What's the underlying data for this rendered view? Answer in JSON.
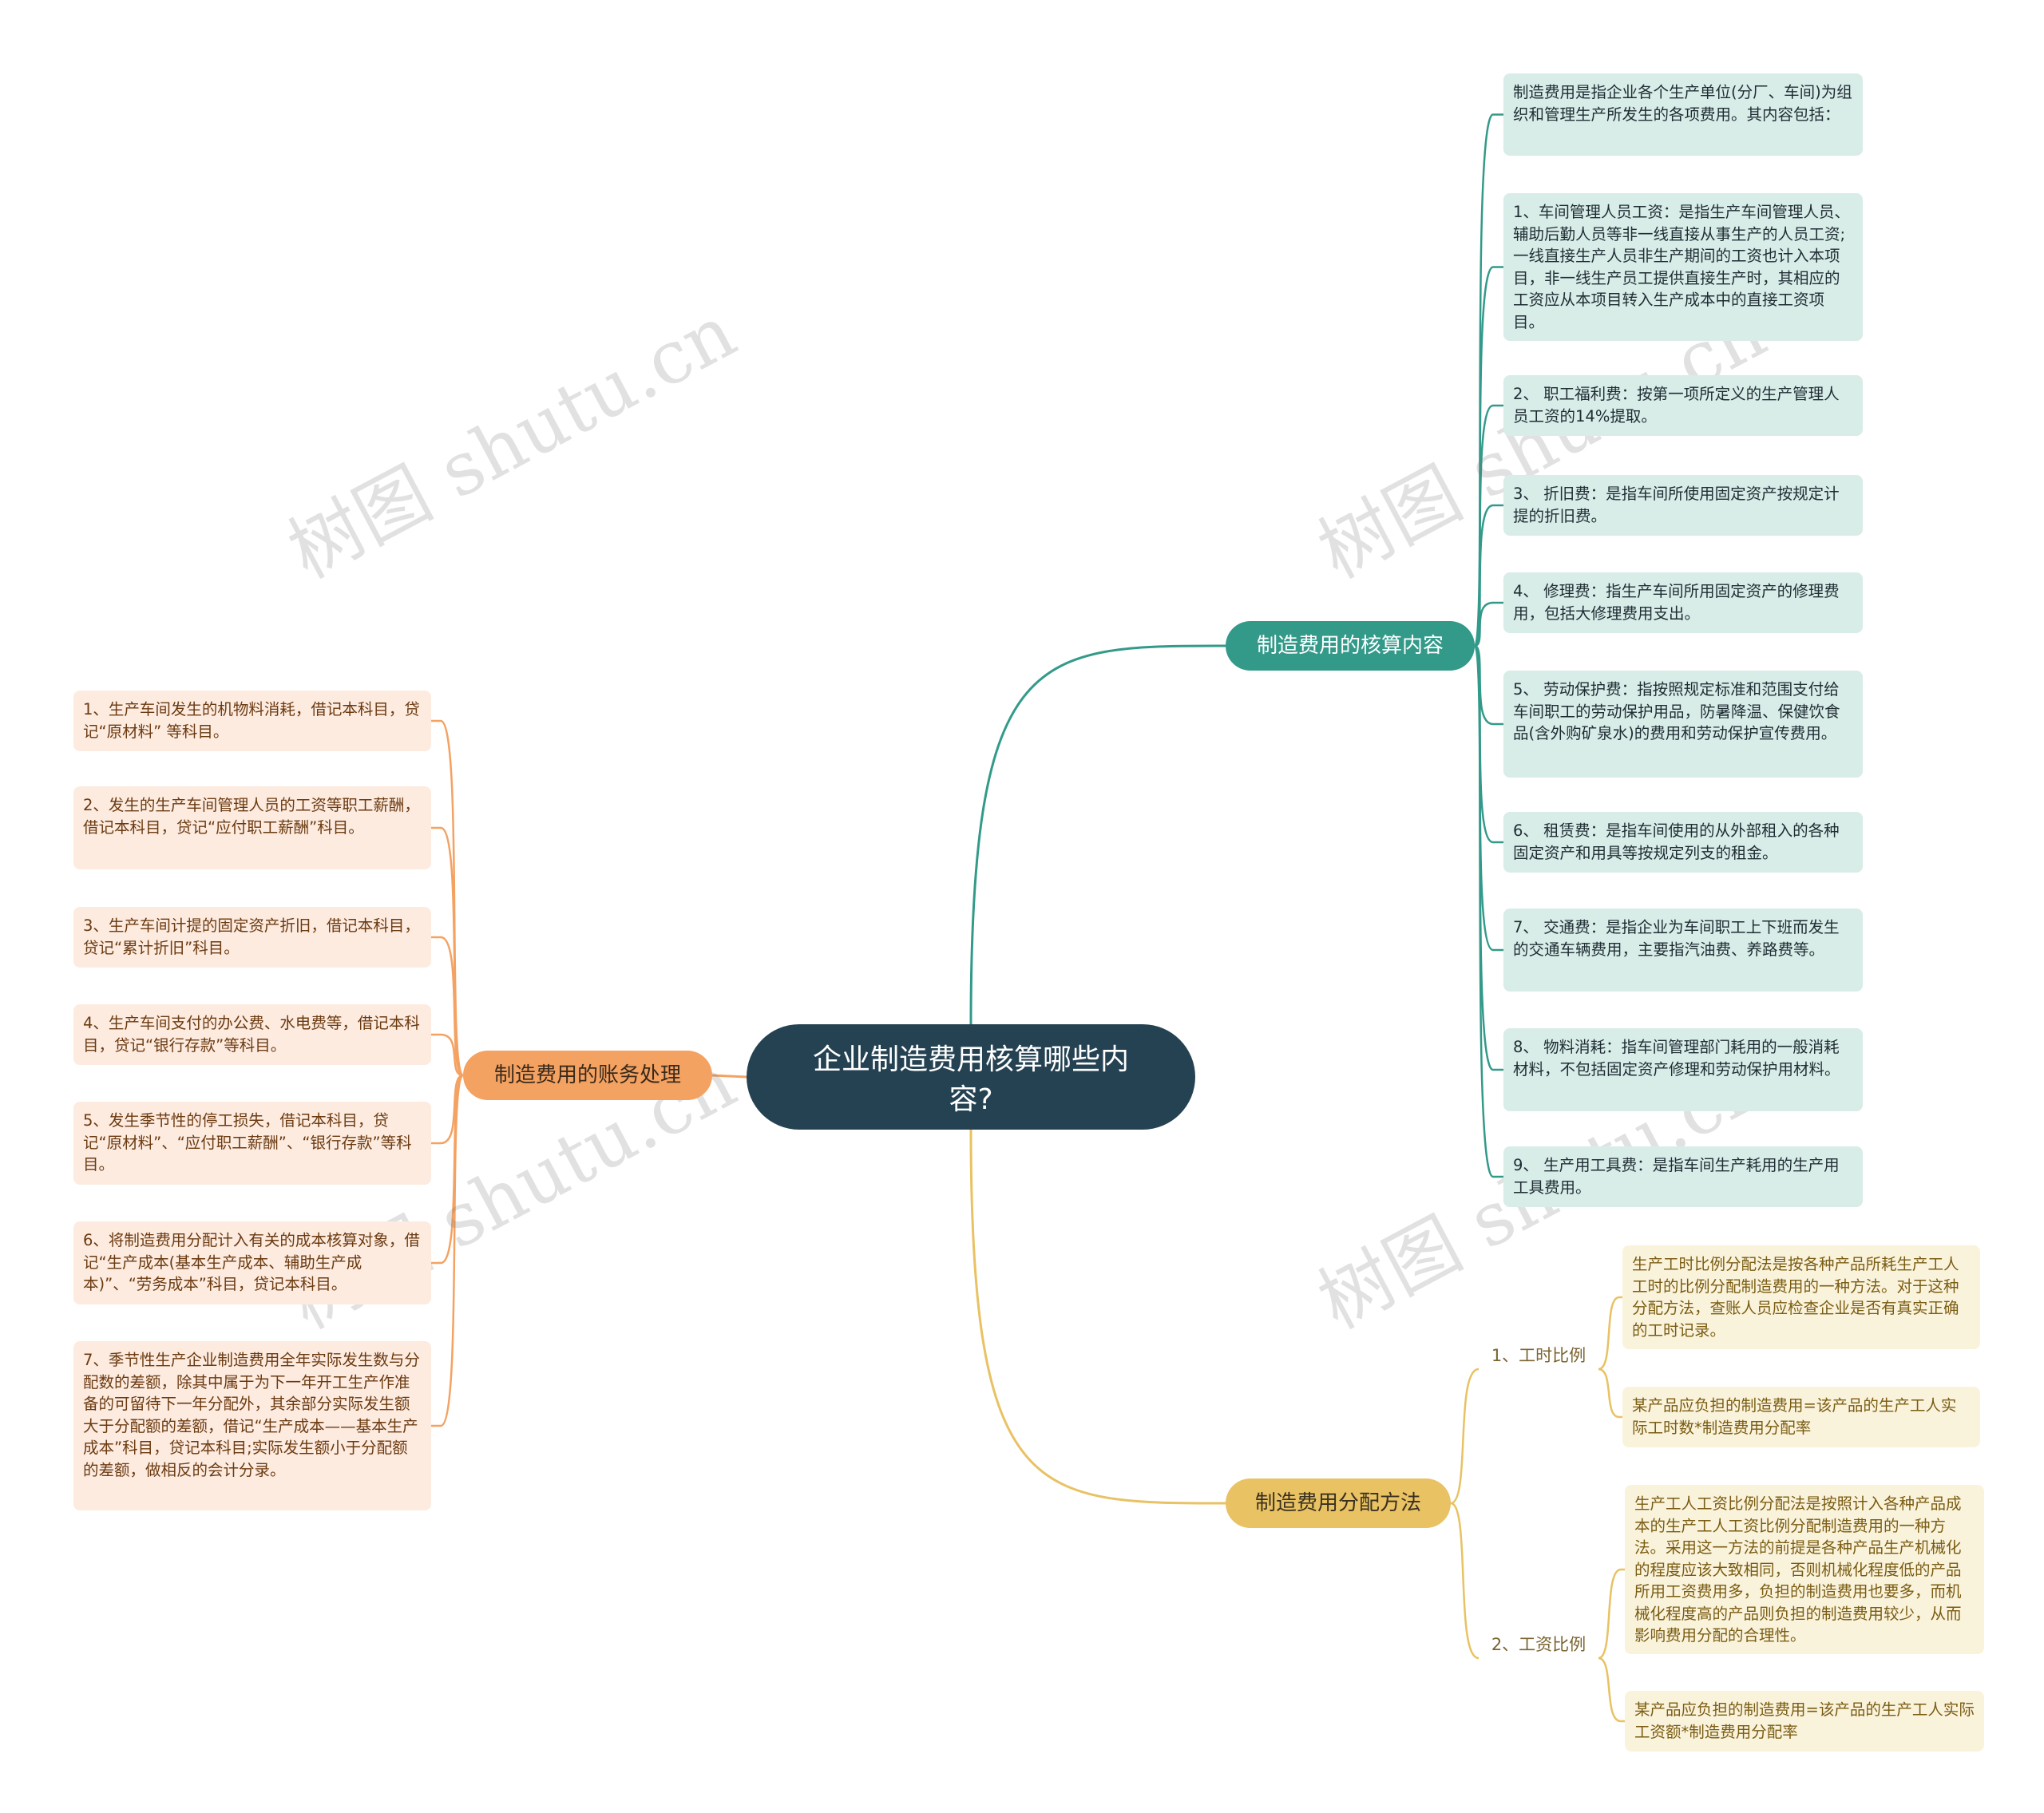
{
  "root": {
    "title": "企业制造费用核算哪些内容?"
  },
  "branches": {
    "accounting_content": {
      "label": "制造费用的核算内容",
      "color": "#339a8a",
      "items": [
        "制造费用是指企业各个生产单位(分厂、车间)为组织和管理生产所发生的各项费用。其内容包括：",
        "1、车间管理人员工资：是指生产车间管理人员、辅助后勤人员等非一线直接从事生产的人员工资;一线直接生产人员非生产期间的工资也计入本项目，非一线生产员工提供直接生产时，其相应的工资应从本项目转入生产成本中的直接工资项目。",
        "2、 职工福利费：按第一项所定义的生产管理人员工资的14%提取。",
        "3、 折旧费：是指车间所使用固定资产按规定计提的折旧费。",
        "4、 修理费：指生产车间所用固定资产的修理费用，包括大修理费用支出。",
        "5、 劳动保护费：指按照规定标准和范围支付给车间职工的劳动保护用品，防暑降温、保健饮食品(含外购矿泉水)的费用和劳动保护宣传费用。",
        "6、 租赁费：是指车间使用的从外部租入的各种固定资产和用具等按规定列支的租金。",
        "7、 交通费：是指企业为车间职工上下班而发生的交通车辆费用，主要指汽油费、养路费等。",
        "8、 物料消耗：指车间管理部门耗用的一般消耗材料，不包括固定资产修理和劳动保护用材料。",
        "9、 生产用工具费：是指车间生产耗用的生产用工具费用。"
      ]
    },
    "bookkeeping": {
      "label": "制造费用的账务处理",
      "color": "#f4a262",
      "items": [
        "1、生产车间发生的机物料消耗，借记本科目，贷记“原材料” 等科目。",
        "2、发生的生产车间管理人员的工资等职工薪酬，借记本科目，贷记“应付职工薪酬”科目。",
        "3、生产车间计提的固定资产折旧，借记本科目，贷记“累计折旧”科目。",
        "4、生产车间支付的办公费、水电费等，借记本科目，贷记“银行存款”等科目。",
        "5、发生季节性的停工损失，借记本科目，贷记“原材料”、“应付职工薪酬”、“银行存款”等科目。",
        "6、将制造费用分配计入有关的成本核算对象，借记“生产成本(基本生产成本、辅助生产成本)”、“劳务成本”科目，贷记本科目。",
        "7、季节性生产企业制造费用全年实际发生数与分配数的差额，除其中属于为下一年开工生产作准备的可留待下一年分配外，其余部分实际发生额大于分配额的差额，借记“生产成本——基本生产成本”科目，贷记本科目;实际发生额小于分配额的差额，做相反的会计分录。"
      ]
    },
    "allocation": {
      "label": "制造费用分配方法",
      "color": "#e8c263",
      "subs": [
        {
          "label": "1、工时比例",
          "items": [
            "生产工时比例分配法是按各种产品所耗生产工人工时的比例分配制造费用的一种方法。对于这种分配方法，查账人员应检查企业是否有真实正确的工时记录。",
            "某产品应负担的制造费用=该产品的生产工人实际工时数*制造费用分配率"
          ]
        },
        {
          "label": "2、工资比例",
          "items": [
            "生产工人工资比例分配法是按照计入各种产品成本的生产工人工资比例分配制造费用的一种方法。采用这一方法的前提是各种产品生产机械化的程度应该大致相同，否则机械化程度低的产品所用工资费用多，负担的制造费用也要多，而机械化程度高的产品则负担的制造费用较少，从而影响费用分配的合理性。",
            "某产品应负担的制造费用=该产品的生产工人实际工资额*制造费用分配率"
          ]
        }
      ]
    }
  },
  "watermark": "树图 shutu.cn"
}
